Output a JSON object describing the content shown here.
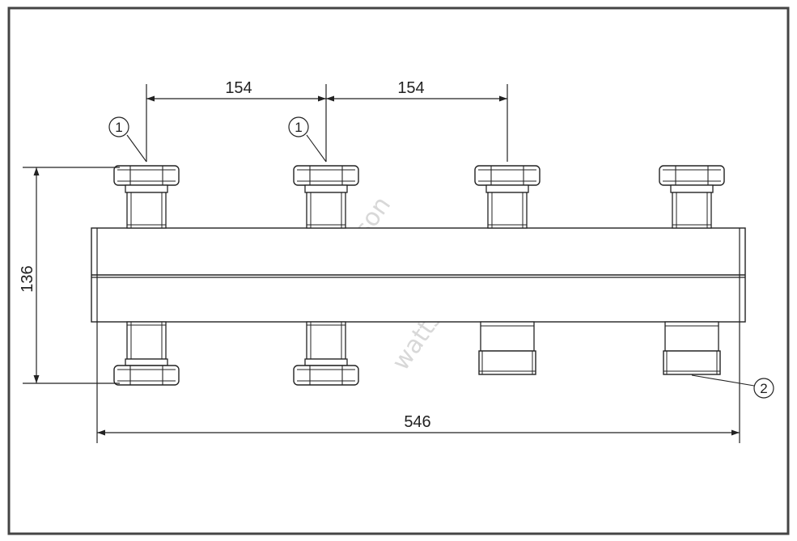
{
  "drawing": {
    "dimensions": {
      "spacing_1": "154",
      "spacing_2": "154",
      "height": "136",
      "total_length": "546"
    },
    "callouts": {
      "label_1a": "1",
      "label_1b": "1",
      "label_2": "2"
    },
    "watermark": "wattson",
    "colors": {
      "frame": "#444444",
      "line": "#222222",
      "body_fill": "#ffffff",
      "fitting_fill": "#ffffff"
    }
  }
}
